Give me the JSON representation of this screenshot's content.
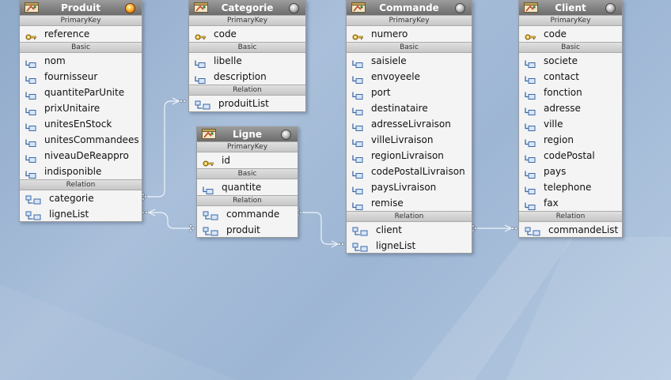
{
  "entities": {
    "produit": {
      "name": "Produit",
      "header_knob": "orange",
      "primary_key_label": "PrimaryKey",
      "primary_key": [
        "reference"
      ],
      "basic_label": "Basic",
      "basic": [
        "nom",
        "fournisseur",
        "quantiteParUnite",
        "prixUnitaire",
        "unitesEnStock",
        "unitesCommandees",
        "niveauDeReappro",
        "indisponible"
      ],
      "relation_label": "Relation",
      "relations": [
        "categorie",
        "ligneList"
      ]
    },
    "categorie": {
      "name": "Categorie",
      "header_knob": "gray",
      "primary_key_label": "PrimaryKey",
      "primary_key": [
        "code"
      ],
      "basic_label": "Basic",
      "basic": [
        "libelle",
        "description"
      ],
      "relation_label": "Relation",
      "relations": [
        "produitList"
      ]
    },
    "ligne": {
      "name": "Ligne",
      "header_knob": "gray",
      "primary_key_label": "PrimaryKey",
      "primary_key": [
        "id"
      ],
      "basic_label": "Basic",
      "basic": [
        "quantite"
      ],
      "relation_label": "Relation",
      "relations": [
        "commande",
        "produit"
      ]
    },
    "commande": {
      "name": "Commande",
      "header_knob": "gray",
      "primary_key_label": "PrimaryKey",
      "primary_key": [
        "numero"
      ],
      "basic_label": "Basic",
      "basic": [
        "saisiele",
        "envoyeele",
        "port",
        "destinataire",
        "adresseLivraison",
        "villeLivraison",
        "regionLivraison",
        "codePostalLivraison",
        "paysLivraison",
        "remise"
      ],
      "relation_label": "Relation",
      "relations": [
        "client",
        "ligneList"
      ]
    },
    "client": {
      "name": "Client",
      "header_knob": "gray",
      "primary_key_label": "PrimaryKey",
      "primary_key": [
        "code"
      ],
      "basic_label": "Basic",
      "basic": [
        "societe",
        "contact",
        "fonction",
        "adresse",
        "ville",
        "region",
        "codePostal",
        "pays",
        "telephone",
        "fax"
      ],
      "relation_label": "Relation",
      "relations": [
        "commandeList"
      ]
    }
  },
  "colors": {
    "header": "#7c7c7c",
    "link": "#e8eef6",
    "background": "#9fb7d4",
    "knob_active": "#ffb22e"
  },
  "icons": {
    "header": "entity-icon",
    "primary_key": "key-icon",
    "basic": "field-icon",
    "relation": "relation-icon"
  }
}
